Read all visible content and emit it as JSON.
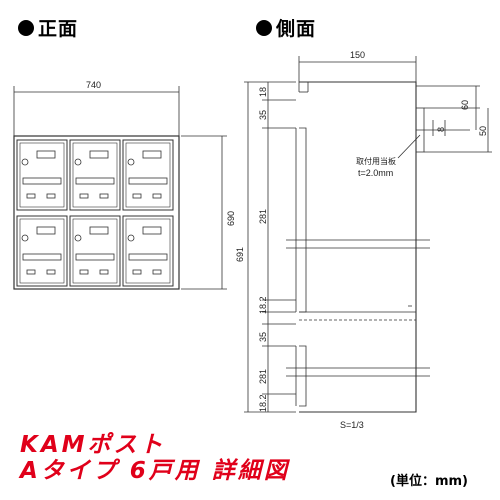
{
  "front": {
    "heading": "正面",
    "width": "740",
    "height": "690"
  },
  "side": {
    "heading": "側面",
    "depth": "150",
    "total_height": "691",
    "dims_left": [
      "18",
      "35",
      "281",
      "18.2",
      "35",
      "281",
      "18.2"
    ],
    "dims_right": [
      "60",
      "50",
      "8"
    ],
    "bracket_label": "取付用当板",
    "bracket_thickness": "t=2.0mm",
    "scale": "S=1/3"
  },
  "title": {
    "line1": "KAMポスト",
    "line2": "Aタイプ 6戸用 詳細図"
  },
  "unit_label": "(単位：mm)"
}
